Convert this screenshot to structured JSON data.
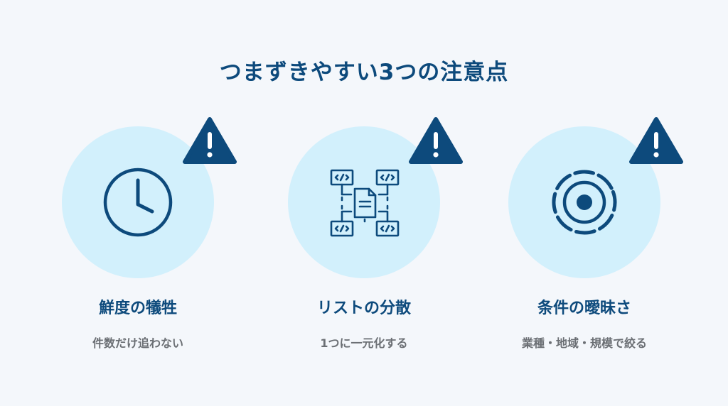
{
  "title": "つまずきやすい3つの注意点",
  "colors": {
    "background": "#f4f7fb",
    "circle": "#d2f0fc",
    "primary": "#0d4a7c",
    "subtext": "#6b6f74"
  },
  "items": [
    {
      "title": "鮮度の犠牲",
      "subtitle": "件数だけ追わない",
      "icon": "clock-icon"
    },
    {
      "title": "リストの分散",
      "subtitle": "1つに一元化する",
      "icon": "document-network-icon"
    },
    {
      "title": "条件の曖昧さ",
      "subtitle": "業種・地域・規模で絞る",
      "icon": "target-icon"
    }
  ],
  "warning_icon": "warning-triangle-icon"
}
